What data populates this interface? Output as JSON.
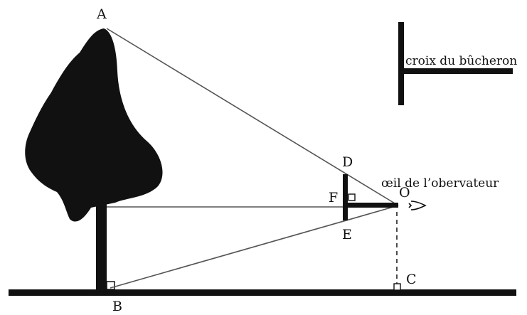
{
  "diagram": {
    "points": {
      "A": "A",
      "B": "B",
      "C": "C",
      "D": "D",
      "E": "E",
      "F": "F",
      "O": "O"
    },
    "captions": {
      "tool": "croix du bûcheron",
      "eye": "œil de l’obervateur"
    },
    "colors": {
      "ink": "#111111",
      "line": "#555555"
    }
  }
}
